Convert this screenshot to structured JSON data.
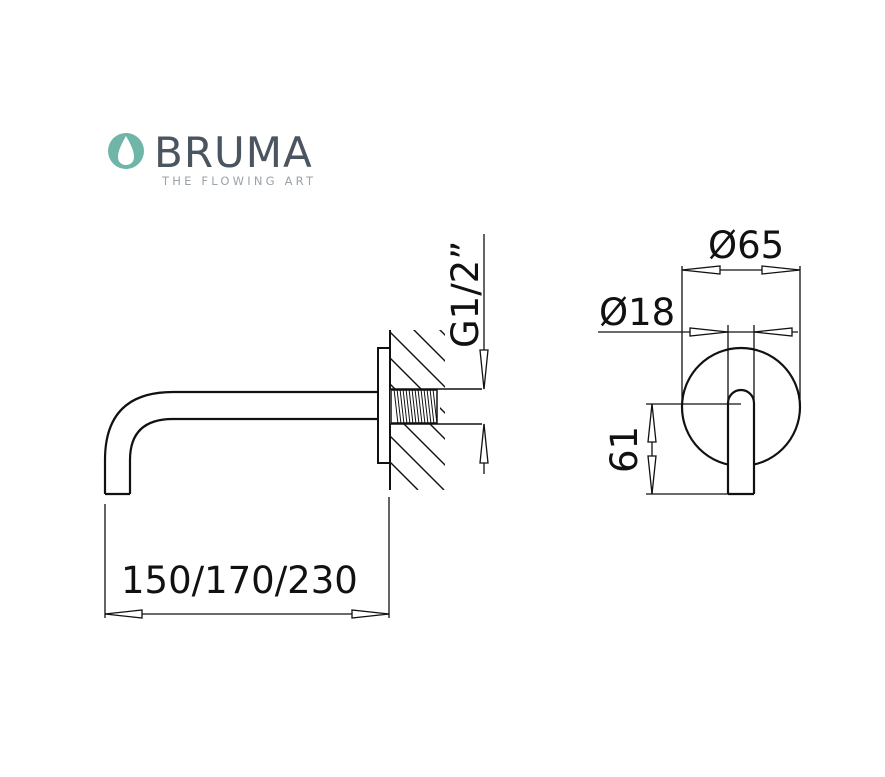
{
  "brand": {
    "name": "BRUMA",
    "tagline": "THE FLOWING ART",
    "color": "#6fb5a8"
  },
  "dimensions": {
    "length": "150/170/230",
    "thread": "G1/2”",
    "outer_diameter": "Ø65",
    "spout_diameter": "Ø18",
    "height": "61"
  }
}
